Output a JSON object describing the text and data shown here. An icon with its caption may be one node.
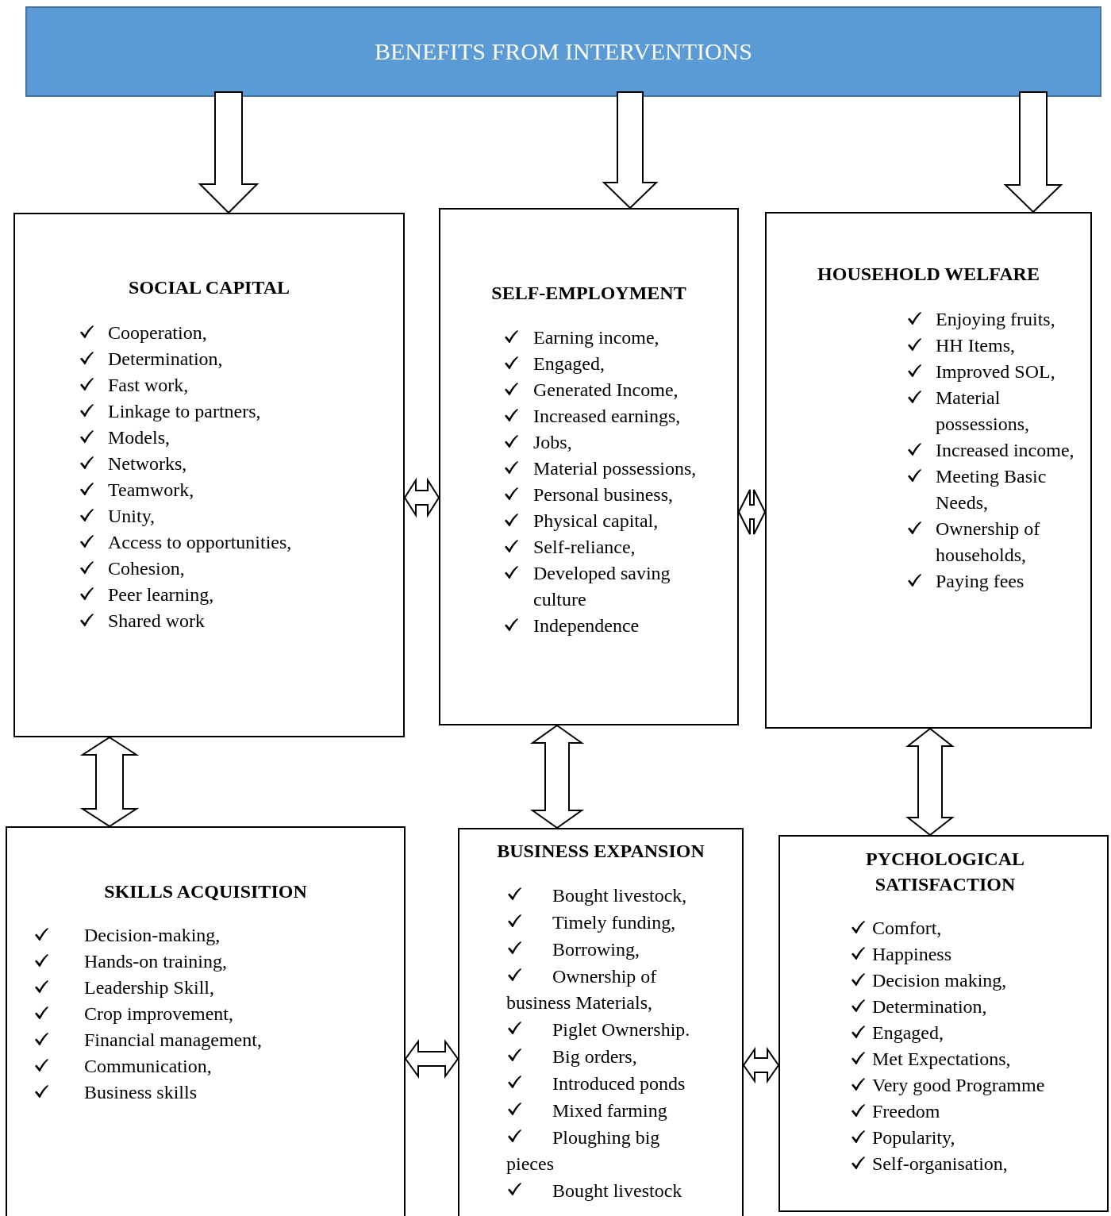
{
  "diagram": {
    "nodes": [
      {
        "text": [
          "BENEFITS FROM INTERVENTIONS"
        ]
      },
      {
        "text": [
          "SOCIAL CAPITAL",
          "Cooperation,",
          "Determination,",
          "Fast work,",
          "Linkage to partners,",
          "Models,",
          "Networks,",
          "Teamwork,",
          "Unity,",
          "Access to opportunities,",
          "Cohesion,",
          "Peer learning,",
          "Shared work"
        ]
      },
      {
        "text": [
          "SELF-EMPLOYMENT",
          "Earning income,",
          "Engaged,",
          "Generated Income,",
          "Increased earnings,",
          "Jobs,",
          "Material possessions,",
          "Personal business,",
          "Physical capital,",
          "Self-reliance,",
          "Developed saving culture",
          "Independence"
        ]
      },
      {
        "text": [
          "HOUSEHOLD WELFARE",
          "Enjoying fruits,",
          "HH Items,",
          "Improved SOL,",
          "Material possessions,",
          "Increased income,",
          "Meeting Basic Needs,",
          "Ownership of households,",
          "Paying fees"
        ]
      },
      {
        "text": [
          "SKILLS ACQUISITION",
          "Decision-making,",
          "Hands-on training,",
          "Leadership Skill,",
          "Crop improvement,",
          "Financial management,",
          "Communication,",
          "Business skills"
        ]
      },
      {
        "text": [
          "BUSINESS EXPANSION",
          "Bought livestock,",
          "Timely funding,",
          "Borrowing,",
          "Ownership of business Materials,",
          "Piglet Ownership.",
          "Big orders,",
          "Introduced ponds",
          "Mixed farming",
          "Ploughing big pieces",
          "Bought livestock"
        ]
      },
      {
        "text": [
          "PYCHOLOGICAL SATISFACTION",
          "Comfort,",
          "Happiness",
          "Decision making,",
          "Determination,",
          "Engaged,",
          "Met Expectations,",
          "Very good Programme",
          "Freedom",
          "Popularity,",
          "Self-organisation,"
        ]
      }
    ],
    "edges": [
      {
        "from": 0,
        "to": 1,
        "arrow": "to"
      },
      {
        "from": 0,
        "to": 2,
        "arrow": "to"
      },
      {
        "from": 0,
        "to": 3,
        "arrow": "to"
      },
      {
        "from": 1,
        "to": 2,
        "arrow": "both"
      },
      {
        "from": 2,
        "to": 3,
        "arrow": "both"
      },
      {
        "from": 1,
        "to": 4,
        "arrow": "both"
      },
      {
        "from": 2,
        "to": 5,
        "arrow": "both"
      },
      {
        "from": 3,
        "to": 6,
        "arrow": "both"
      },
      {
        "from": 4,
        "to": 5,
        "arrow": "both"
      },
      {
        "from": 5,
        "to": 6,
        "arrow": "both"
      }
    ]
  }
}
